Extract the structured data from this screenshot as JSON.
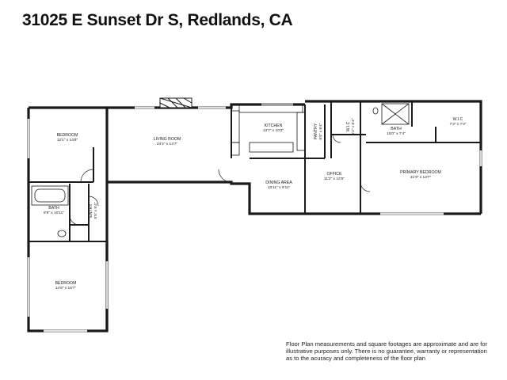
{
  "address": "31025 E Sunset Dr S, Redlands, CA",
  "rooms": [
    {
      "id": "bedroom-1",
      "name": "BEDROOM",
      "dims": "12'1\" x 14'9\""
    },
    {
      "id": "living-room",
      "name": "LIVING ROOM",
      "dims": "24'4\" x 14'7\""
    },
    {
      "id": "kitchen",
      "name": "KITCHEN",
      "dims": "13'7\" x 10'2\""
    },
    {
      "id": "pantry",
      "name": "PANTRY",
      "dims": "6'9\" x 6'4\""
    },
    {
      "id": "wic-1",
      "name": "W.I.C",
      "dims": "5'2\" x 6'4\""
    },
    {
      "id": "bath-primary",
      "name": "BATH",
      "dims": "15'0\" x 7'4\""
    },
    {
      "id": "wic-2",
      "name": "W.I.C",
      "dims": "7'3\" x 7'3\""
    },
    {
      "id": "dining-area",
      "name": "DINING AREA",
      "dims": "13'11\" x 9'11\""
    },
    {
      "id": "office",
      "name": "OFFICE",
      "dims": "11'2\" x 12'6\""
    },
    {
      "id": "primary-bedroom",
      "name": "PRIMARY BEDROOM",
      "dims": "21'9\" x 13'7\""
    },
    {
      "id": "bath-2",
      "name": "BATH",
      "dims": "8'9\" x 10'11\""
    },
    {
      "id": "entry",
      "name": "ENTRY",
      "dims": "5'5\" x 5'4\""
    },
    {
      "id": "bedroom-2",
      "name": "BEDROOM",
      "dims": "14'6\" x 16'7\""
    }
  ],
  "disclaimer": "Floor Plan measurements and square footages are approximate and are for illustrative purposes only. There is no guarantee, warranty or representation as to the acuracy and completeness of the floor plan"
}
